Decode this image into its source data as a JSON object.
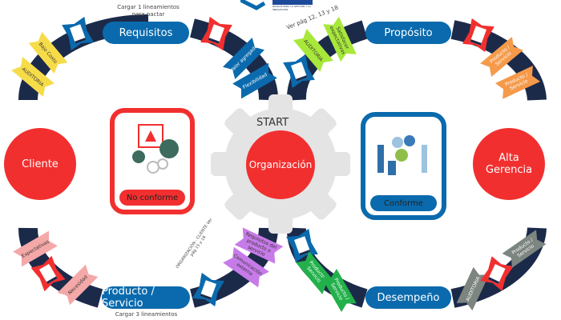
{
  "header": {
    "logo_text": "RASGOS PARA LA GESTIÓN Y LA INNOVACIÓN"
  },
  "stages": {
    "requisitos": "Requisitos",
    "proposito": "Propósito",
    "producto": "Producto / Servicio",
    "desempeno": "Desempeño"
  },
  "notes": {
    "top_left": "Cargar 1 lineamientos para pactar",
    "top_right": "Ver pág 12, 13 y 18",
    "bottom_left": "Cargar 3 lineamientos",
    "bottom_mid": "ORGANIZACIÓN - CLIENTE Ver pág 15 y 18"
  },
  "nodes": {
    "cliente": "Cliente",
    "alta_gerencia": "Alta Gerencia",
    "start": "START",
    "organizacion": "Organización"
  },
  "cards": {
    "no_conforme": "No conforme",
    "conforme": "Conforme"
  },
  "ribbons": {
    "bajo_costo": "Bajo Costo",
    "auditoria_1": "AUDITORIA",
    "valor_agregado": "Valor agregado",
    "flexibilidad": "Flexibilidad",
    "auditoria_2": "AUDITORIA",
    "satisfacer": "Satisfacer expectativas",
    "prod_serv_1": "Producto / Servicio",
    "prod_serv_2": "Producto / Servicio",
    "expectativas": "Expectativas",
    "necesidad": "Necesidad",
    "requisitos_prod": "Requisitos del producto o servicio",
    "comunicacion": "Comunicación externa",
    "prod_serv_3": "Producto / Servicio",
    "prod_serv_4": "Producto / Servicio",
    "prod_serv_5": "Producto / Servicio",
    "auditoria_3": "AUDITORIA"
  },
  "colors": {
    "arc": "#1c2a4a",
    "blue": "#0a6aad",
    "red": "#f22f2f",
    "yellow": "#f7dc4a",
    "green_light": "#a8e83a",
    "orange": "#f59a4a",
    "pink": "#f4a8a8",
    "purple": "#c77be8",
    "green": "#22b04a",
    "gray": "#7c8580",
    "gear": "#e4e4e4"
  }
}
